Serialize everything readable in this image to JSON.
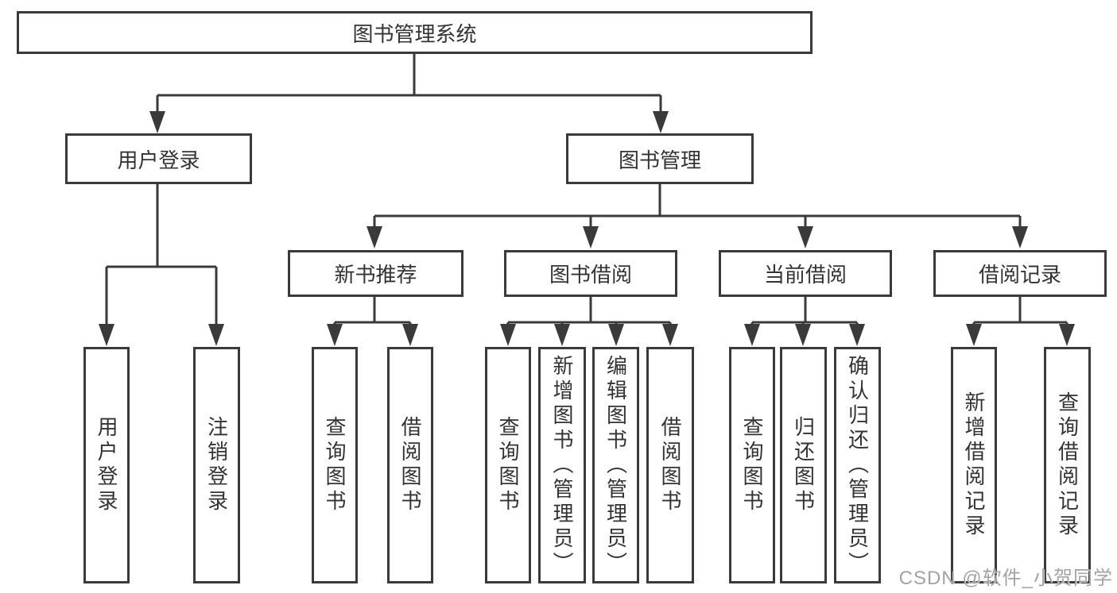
{
  "colors": {
    "line": "#3a3a3a",
    "text": "#333333",
    "background": "#ffffff",
    "watermark": "#a3a3a3"
  },
  "nodes": {
    "root": {
      "label": "图书管理系统"
    },
    "user_login": {
      "label": "用户登录"
    },
    "book_mgmt": {
      "label": "图书管理"
    },
    "new_book_rec": {
      "label": "新书推荐"
    },
    "book_borrow": {
      "label": "图书借阅"
    },
    "current_borrow": {
      "label": "当前借阅"
    },
    "borrow_records": {
      "label": "借阅记录"
    },
    "leaf_user_login": {
      "label": "用户登录"
    },
    "leaf_logout": {
      "label": "注销登录"
    },
    "leaf_query_book_rec": {
      "label": "查询图书"
    },
    "leaf_borrow_book_rec": {
      "label": "借阅图书"
    },
    "leaf_query_book_bor": {
      "label": "查询图书"
    },
    "leaf_add_book": {
      "label": "新增图书（管理员）"
    },
    "leaf_edit_book": {
      "label": "编辑图书（管理员）"
    },
    "leaf_borrow_book_bor": {
      "label": "借阅图书"
    },
    "leaf_query_book_cur": {
      "label": "查询图书"
    },
    "leaf_return_book": {
      "label": "归还图书"
    },
    "leaf_confirm_return": {
      "label": "确认归还（管理员）"
    },
    "leaf_add_record": {
      "label": "新增借阅记录"
    },
    "leaf_query_record": {
      "label": "查询借阅记录"
    }
  },
  "watermark": {
    "text": "CSDN @软件_小贺同学"
  }
}
